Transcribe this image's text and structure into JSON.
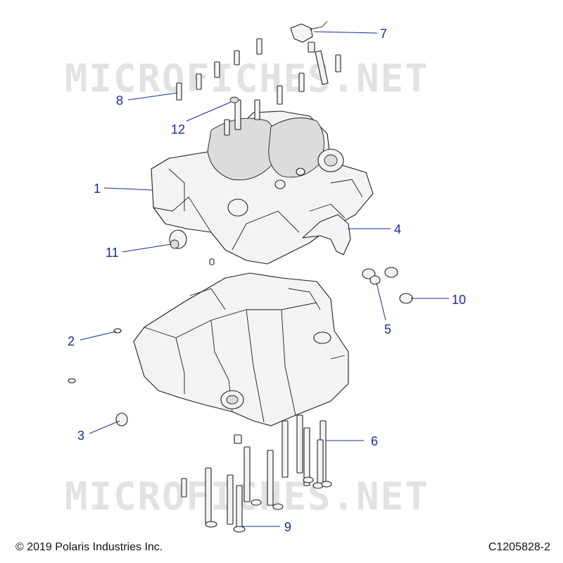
{
  "watermarks": [
    "MICROFICHES.NET",
    "MICROFICHES.NET"
  ],
  "callouts": [
    "1",
    "2",
    "3",
    "4",
    "5",
    "6",
    "7",
    "8",
    "9",
    "10",
    "11",
    "12"
  ],
  "footer": {
    "copyright": "© 2019 Polaris Industries Inc.",
    "figure_id": "C1205828-2"
  },
  "colors": {
    "callout": "#1a2a9c",
    "line": "#1e1e1e"
  }
}
